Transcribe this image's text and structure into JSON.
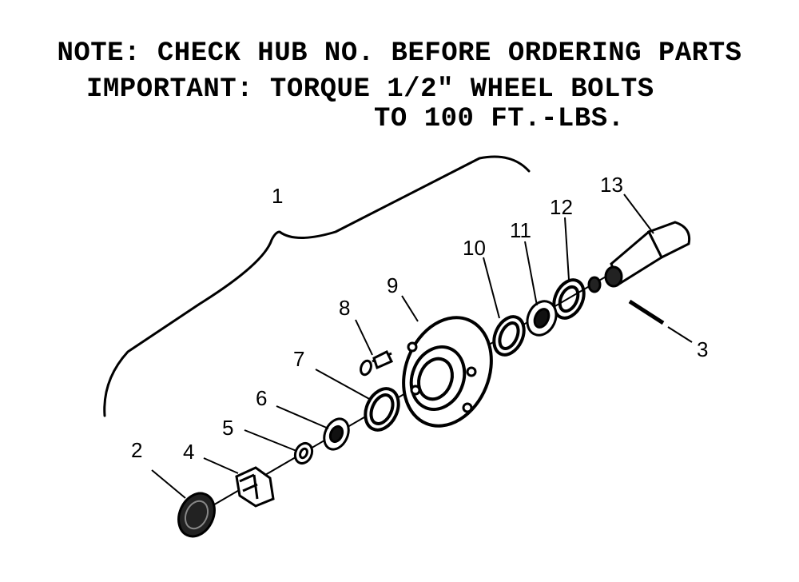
{
  "notes": {
    "line1": "NOTE: CHECK HUB NO. BEFORE ORDERING PARTS",
    "line2": "IMPORTANT: TORQUE 1/2\" WHEEL BOLTS",
    "line3": "TO 100 FT.-LBS."
  },
  "callouts": {
    "c1": "1",
    "c2": "2",
    "c3": "3",
    "c4": "4",
    "c5": "5",
    "c6": "6",
    "c7": "7",
    "c8": "8",
    "c9": "9",
    "c10": "10",
    "c11": "11",
    "c12": "12",
    "c13": "13"
  }
}
